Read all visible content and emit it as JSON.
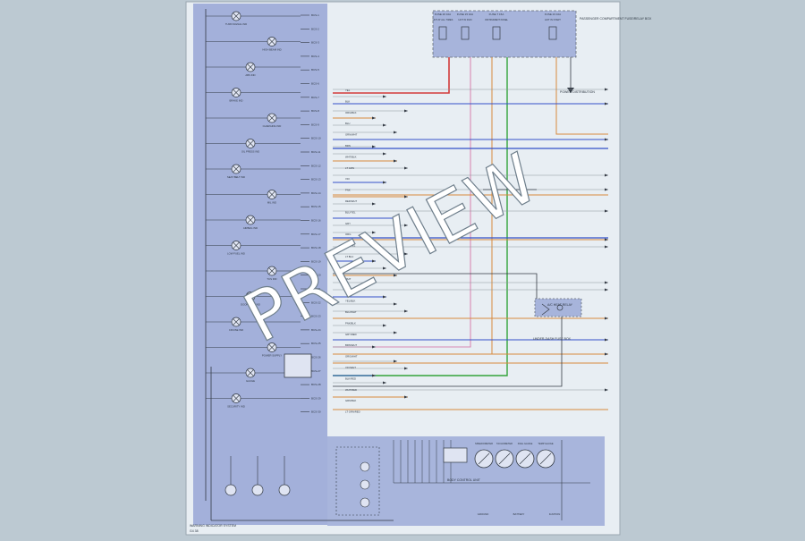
{
  "page": {
    "background": "#bcc9d2",
    "sheet_color": "#e8eef3",
    "module_fill": "#8f9fd2",
    "watermark": "PREVIEW",
    "footer_caption": "WARNING INDICATOR SYSTEM",
    "corner_code": "G4 38"
  },
  "colors": {
    "red": "#d23a3a",
    "pink": "#d98ab4",
    "green": "#33a33a",
    "blue": "#3350c8",
    "orange": "#d7893c",
    "dark": "#333a44",
    "gray": "#8c949c"
  },
  "top_fuses": [
    {
      "label": "FUSE 26 10A",
      "sub": "HOT AT ALL TIMES"
    },
    {
      "label": "FUSE 15 10A",
      "sub": "HOT IN RUN"
    },
    {
      "label": "FUSE 7 15A",
      "sub": "INSTRUMENT PANEL"
    },
    {
      "label": "FUSE 23 10A",
      "sub": "HOT IN START"
    }
  ],
  "top_right_note": "PASSENGER COMPARTMENT FUSE/RELAY BOX",
  "power_note": "POWER DISTRIBUTION",
  "left_connectors": [
    "BCS-1",
    "BCS-2",
    "BCS-3",
    "BCS-4",
    "BCS-5",
    "BCS-6",
    "BCS-7",
    "BCS-8",
    "BCS-9",
    "BCS-10",
    "BCS-11",
    "BCS-12",
    "BCS-13",
    "BCS-14",
    "BCS-15",
    "BCS-16",
    "BCS-17",
    "BCS-18",
    "BCS-19",
    "BCS-20",
    "BCS-21",
    "BCS-22",
    "BCS-23",
    "BCS-24",
    "BCS-25",
    "BCS-26",
    "BCS-27",
    "BCS-28",
    "BCS-29",
    "BCS-30"
  ],
  "left_components": [
    {
      "label": "TURN SIGNAL IND"
    },
    {
      "label": "HIGH BEAM IND"
    },
    {
      "label": "ABS IND"
    },
    {
      "label": "BRAKE IND"
    },
    {
      "label": "CHARGING IND"
    },
    {
      "label": "OIL PRESS IND"
    },
    {
      "label": "SEAT BELT IND"
    },
    {
      "label": "MIL IND"
    },
    {
      "label": "AIRBAG IND"
    },
    {
      "label": "LOW FUEL IND"
    },
    {
      "label": "TCS IND"
    },
    {
      "label": "DOOR AJAR IND"
    },
    {
      "label": "CRUISE IND"
    },
    {
      "label": "POWER SUPPLY"
    },
    {
      "label": "GAUGE"
    },
    {
      "label": "SECURITY IND"
    }
  ],
  "wire_labels": [
    "YEL",
    "BLK",
    "ORG/BLK",
    "BLU",
    "GRN/WHT",
    "BRN",
    "WHT/BLK",
    "LT GRN",
    "VIO",
    "PNK",
    "RED/WHT",
    "BLU/YEL",
    "GRY",
    "ORG",
    "BLK/YEL",
    "LT BLU",
    "RED",
    "WHT",
    "GRN",
    "YEL/BLK",
    "BLU/WHT",
    "PNK/BLK",
    "GRY/RED",
    "BRN/WHT",
    "ORG/WHT",
    "VIO/WHT",
    "BLK/RED",
    "WHT/RED",
    "GRN/BLK",
    "LT GRN/RED"
  ],
  "right_side": {
    "relay_label": "A/C HEAT RELAY",
    "relay_note": "UNDER-DASH FUSE BOX",
    "gauges": [
      "SPEEDOMETER",
      "TACHOMETER",
      "FUEL GAUGE",
      "TEMP GAUGE"
    ],
    "bottom_module": "BODY CONTROL UNIT",
    "bottom_labels": [
      "GROUND",
      "BATTERY",
      "IGNITION"
    ]
  }
}
